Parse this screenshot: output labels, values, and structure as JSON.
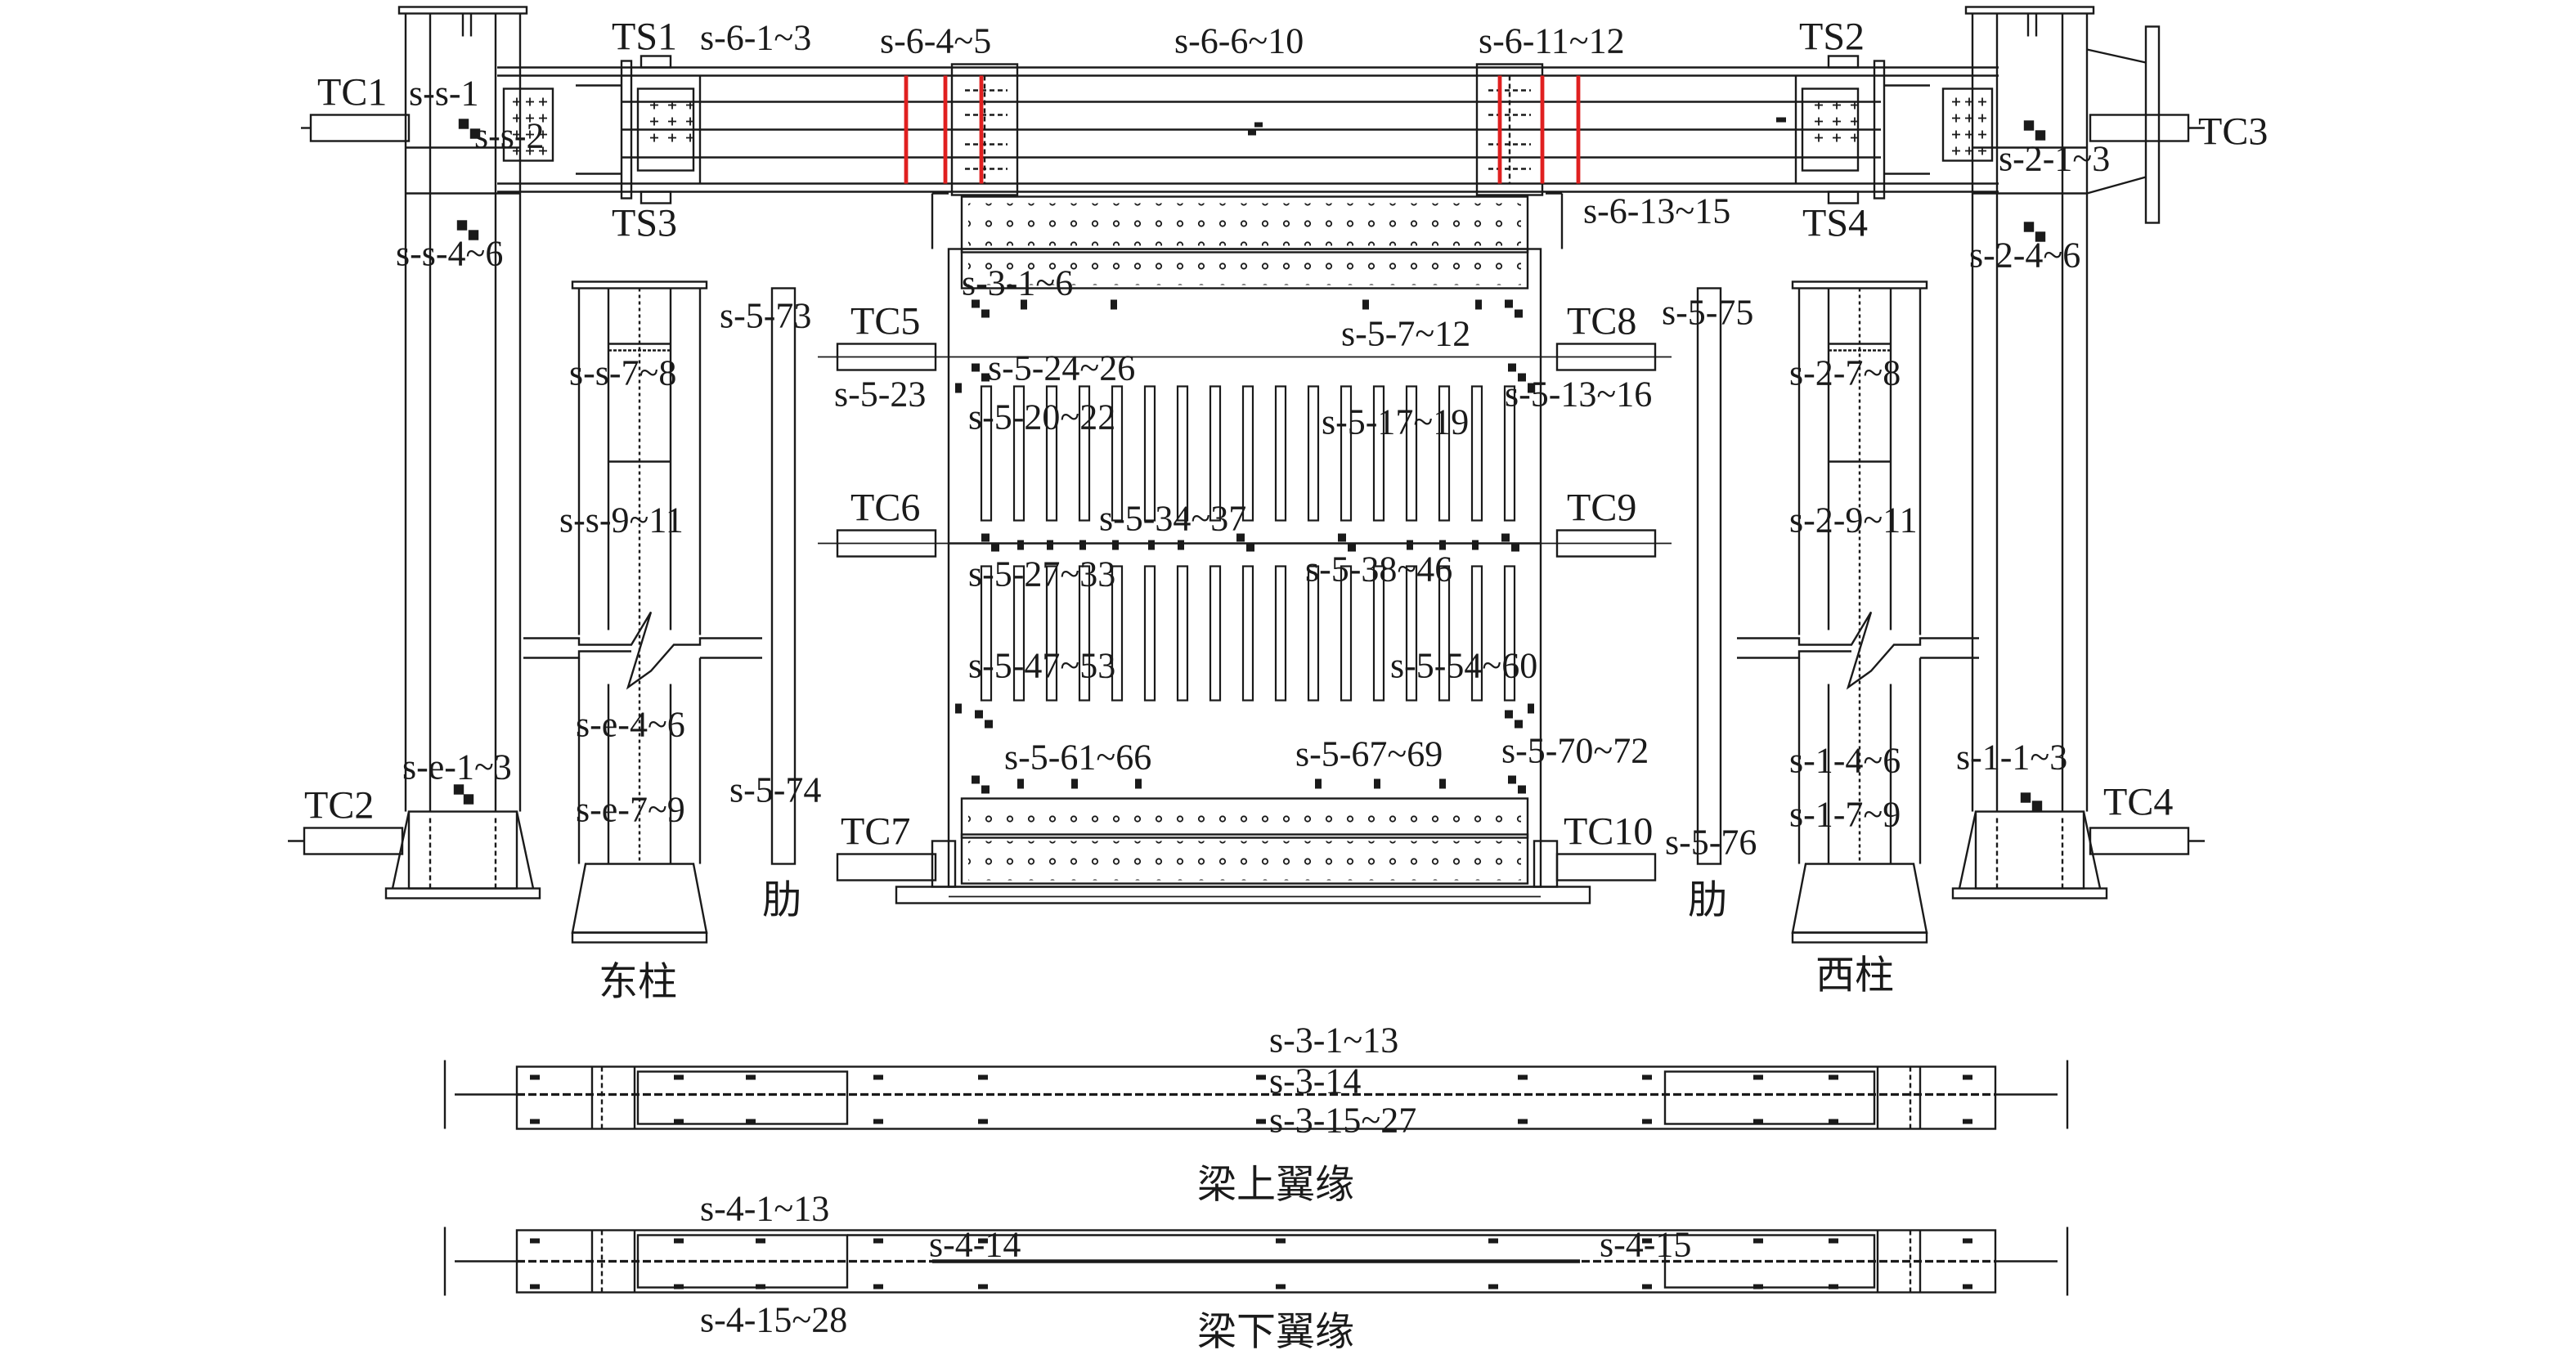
{
  "labels": {
    "ts1": "TS1",
    "ts2": "TS2",
    "ts3": "TS3",
    "ts4": "TS4",
    "tc1": "TC1",
    "tc2": "TC2",
    "tc3": "TC3",
    "tc4": "TC4",
    "tc5": "TC5",
    "tc6": "TC6",
    "tc7": "TC7",
    "tc8": "TC8",
    "tc9": "TC9",
    "tc10": "TC10",
    "s_s_1": "s-s-1",
    "s_s_2": "s-s-2",
    "s_s_4_6": "s-s-4~6",
    "s_s_7_8": "s-s-7~8",
    "s_s_9_11": "s-s-9~11",
    "s_e_1_3": "s-e-1~3",
    "s_e_4_6": "s-e-4~6",
    "s_e_7_9": "s-e-7~9",
    "s_6_1_3": "s-6-1~3",
    "s_6_4_5": "s-6-4~5",
    "s_6_6_10": "s-6-6~10",
    "s_6_11_12": "s-6-11~12",
    "s_6_13_15": "s-6-13~15",
    "s_2_1_3": "s-2-1~3",
    "s_2_4_6": "s-2-4~6",
    "s_2_7_8": "s-2-7~8",
    "s_2_9_11": "s-2-9~11",
    "s_1_1_3": "s-1-1~3",
    "s_1_4_6": "s-1-4~6",
    "s_1_7_9": "s-1-7~9",
    "s_3_1_6": "s-3-1~6",
    "s_5_7_12": "s-5-7~12",
    "s_5_13_16": "s-5-13~16",
    "s_5_17_19": "s-5-17~19",
    "s_5_20_22": "s-5-20~22",
    "s_5_23": "s-5-23",
    "s_5_24_26": "s-5-24~26",
    "s_5_27_33": "s-5-27~33",
    "s_5_34_37": "s-5-34~37",
    "s_5_38_46": "s-5-38~46",
    "s_5_47_53": "s-5-47~53",
    "s_5_54_60": "s-5-54~60",
    "s_5_61_66": "s-5-61~66",
    "s_5_67_69": "s-5-67~69",
    "s_5_70_72": "s-5-70~72",
    "s_5_73": "s-5-73",
    "s_5_74": "s-5-74",
    "s_5_75": "s-5-75",
    "s_5_76": "s-5-76",
    "rib_left": "肋",
    "rib_right": "肋",
    "east_column": "东柱",
    "west_column": "西柱",
    "s_3_1_13": "s-3-1~13",
    "s_3_14": "s-3-14",
    "s_3_15_27": "s-3-15~27",
    "top_flange": "梁上翼缘",
    "s_4_1_13": "s-4-1~13",
    "s_4_14": "s-4-14",
    "s_4_15": "s-4-15",
    "s_4_15_28": "s-4-15~28",
    "bottom_flange": "梁下翼缘"
  },
  "colors": {
    "line": "#1a1a1a",
    "strain_gauge_highlight": "#e02020"
  }
}
